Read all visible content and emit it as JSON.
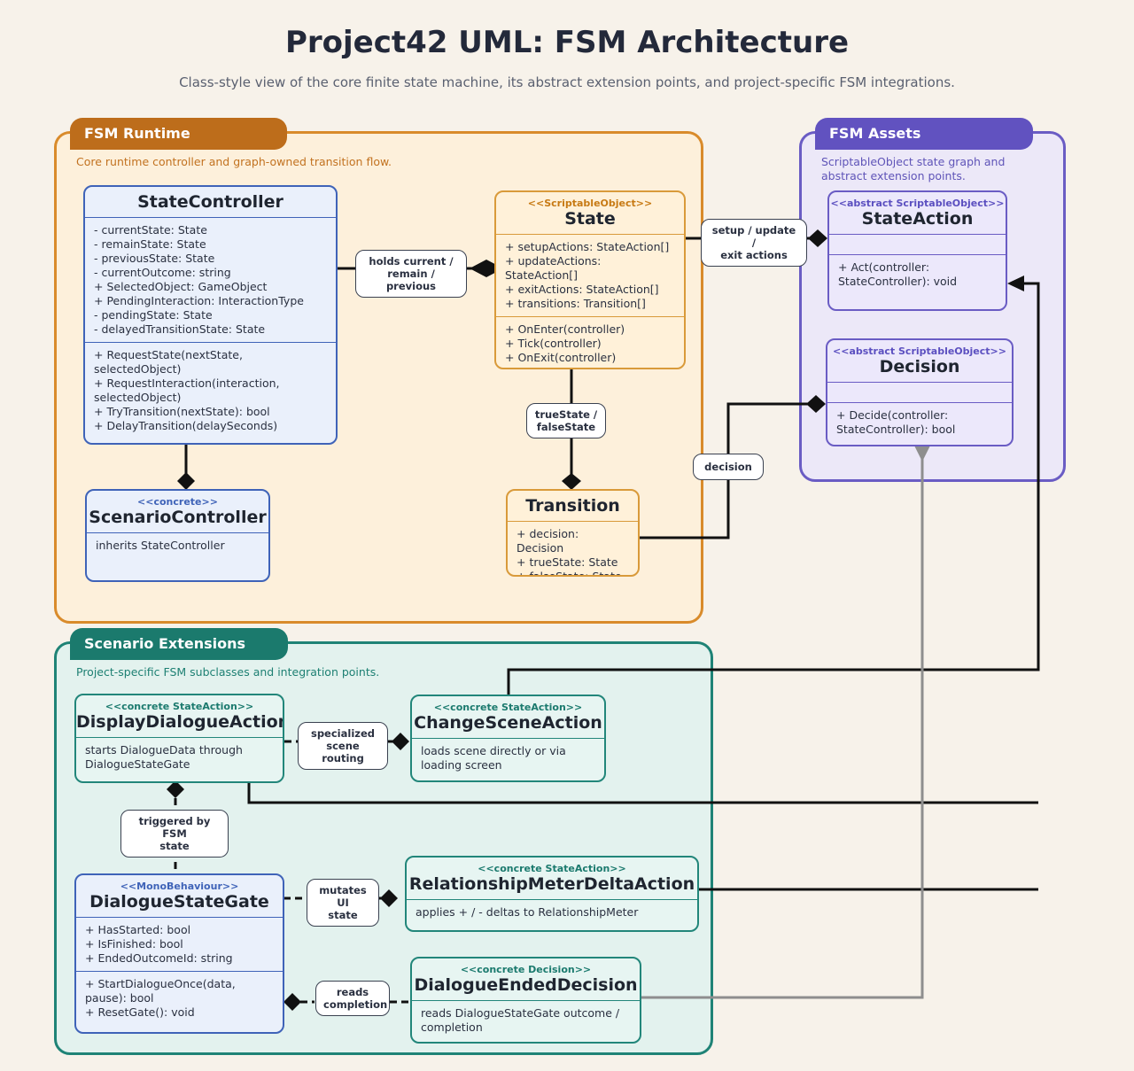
{
  "title": "Project42 UML: FSM Architecture",
  "subtitle": "Class-style view of the core finite state machine, its abstract extension points, and project-specific FSM integrations.",
  "colors": {
    "runtime": "#c0711b",
    "assets": "#6355c2",
    "extensions": "#1d7b6f",
    "class_blue": "#3f63b8",
    "class_orange": "#d99a3a",
    "class_purple": "#6a5cc4",
    "class_teal": "#22867a"
  },
  "groups": {
    "runtime": {
      "label": "FSM Runtime",
      "desc": "Core runtime controller and graph-owned transition flow."
    },
    "assets": {
      "label": "FSM Assets",
      "desc": "ScriptableObject state graph and abstract extension points."
    },
    "extensions": {
      "label": "Scenario Extensions",
      "desc": "Project-specific FSM subclasses and integration points."
    }
  },
  "classes": {
    "state_controller": {
      "name": "StateController",
      "attributes": "- currentState: State\n- remainState: State\n- previousState: State\n- currentOutcome: string\n+ SelectedObject: GameObject\n+ PendingInteraction: InteractionType\n- pendingState: State\n- delayedTransitionState: State",
      "methods": "+ RequestState(nextState, selectedObject)\n+ RequestInteraction(interaction, selectedObject)\n+ TryTransition(nextState): bool\n+ DelayTransition(delaySeconds)"
    },
    "scenario_controller": {
      "stereotype": "<<concrete>>",
      "name": "ScenarioController",
      "body": "inherits StateController"
    },
    "state": {
      "stereotype": "<<ScriptableObject>>",
      "name": "State",
      "attributes": "+ setupActions: StateAction[]\n+ updateActions: StateAction[]\n+ exitActions: StateAction[]\n+ transitions: Transition[]",
      "methods": "+ OnEnter(controller)\n+ Tick(controller)\n+ OnExit(controller)"
    },
    "transition": {
      "name": "Transition",
      "attributes": "+ decision: Decision\n+ trueState: State\n+ falseState: State"
    },
    "state_action": {
      "stereotype": "<<abstract ScriptableObject>>",
      "name": "StateAction",
      "methods": "+ Act(controller: StateController): void"
    },
    "decision": {
      "stereotype": "<<abstract ScriptableObject>>",
      "name": "Decision",
      "methods": "+ Decide(controller: StateController): bool"
    },
    "display_dialogue_action": {
      "stereotype": "<<concrete StateAction>>",
      "name": "DisplayDialogueAction",
      "body": "starts DialogueData through DialogueStateGate"
    },
    "change_scene_action": {
      "stereotype": "<<concrete StateAction>>",
      "name": "ChangeSceneAction",
      "body": "loads scene directly or via loading screen"
    },
    "dialogue_state_gate": {
      "stereotype": "<<MonoBehaviour>>",
      "name": "DialogueStateGate",
      "attributes": "+ HasStarted: bool\n+ IsFinished: bool\n+ EndedOutcomeId: string",
      "methods": "+ StartDialogueOnce(data, pause): bool\n+ ResetGate(): void"
    },
    "relationship_meter_delta_action": {
      "stereotype": "<<concrete StateAction>>",
      "name": "RelationshipMeterDeltaAction",
      "body": "applies + / - deltas to RelationshipMeter"
    },
    "dialogue_ended_decision": {
      "stereotype": "<<concrete Decision>>",
      "name": "DialogueEndedDecision",
      "body": "reads DialogueStateGate outcome / completion"
    }
  },
  "relations": {
    "holds": "holds current /\nremain / previous",
    "actions": "setup / update /\nexit actions",
    "true_false": "trueState /\nfalseState",
    "decision": "decision",
    "specialized": "specialized\nscene routing",
    "triggered": "triggered by FSM\nstate",
    "mutates": "mutates UI\nstate",
    "reads": "reads\ncompletion"
  }
}
